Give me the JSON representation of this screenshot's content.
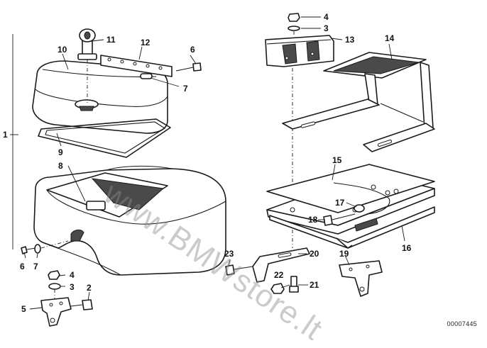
{
  "drawing_code": "00007445",
  "watermark_text": "www.BMWstore.lt",
  "callouts": {
    "c1": "1",
    "c2": "2",
    "c3": "3",
    "c4": "4",
    "c5": "5",
    "c6": "6",
    "c7": "7",
    "c8": "8",
    "c9": "9",
    "c10": "10",
    "c11": "11",
    "c12": "12",
    "c6b": "6",
    "c7b": "7",
    "c4b": "4",
    "c3b": "3",
    "c13": "13",
    "c14": "14",
    "c15": "15",
    "c16": "16",
    "c17": "17",
    "c18": "18",
    "c19": "19",
    "c20": "20",
    "c21": "21",
    "c22": "22",
    "c23": "23"
  }
}
